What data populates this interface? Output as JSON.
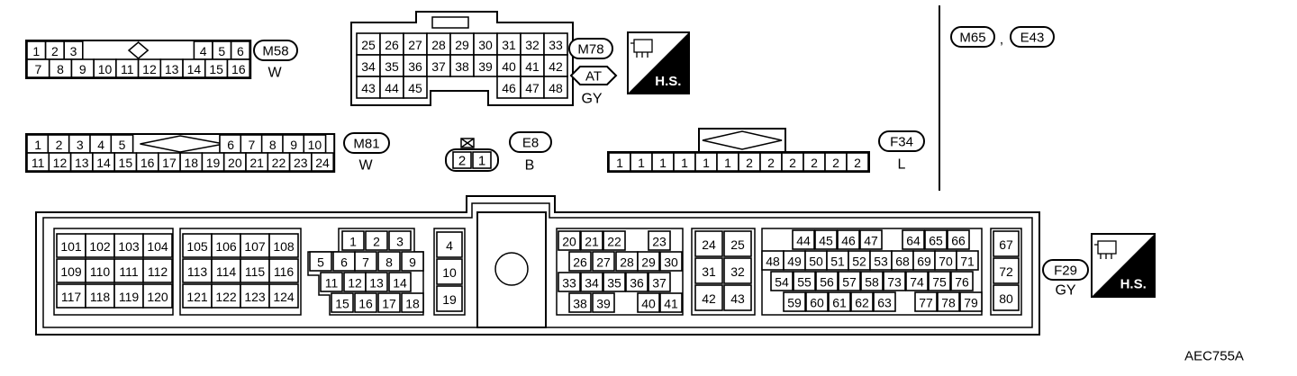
{
  "figure_code": "AEC755A",
  "icon": {
    "name": "harness-connector-hs-icon",
    "label": "H.S."
  },
  "connectors": {
    "m58": {
      "tag": "M58",
      "color": "W",
      "row1": [
        "1",
        "2",
        "3",
        "",
        "",
        "",
        "",
        "4",
        "5",
        "6"
      ],
      "row2": [
        "7",
        "8",
        "9",
        "10",
        "11",
        "12",
        "13",
        "14",
        "15",
        "16"
      ]
    },
    "m78": {
      "tag": "M78",
      "sub_tag": "AT",
      "color": "GY",
      "row1": [
        "25",
        "26",
        "27",
        "28",
        "29",
        "30",
        "31",
        "32",
        "33"
      ],
      "row2": [
        "34",
        "35",
        "36",
        "37",
        "38",
        "39",
        "40",
        "41",
        "42"
      ],
      "row3": [
        "43",
        "44",
        "45",
        "",
        "",
        "",
        "46",
        "47",
        "48"
      ]
    },
    "m81": {
      "tag": "M81",
      "color": "W",
      "row1": [
        "1",
        "2",
        "3",
        "4",
        "5",
        "6",
        "7",
        "8",
        "9",
        "10"
      ],
      "row2": [
        "11",
        "12",
        "13",
        "14",
        "15",
        "16",
        "17",
        "18",
        "19",
        "20",
        "21",
        "22",
        "23",
        "24"
      ]
    },
    "e8": {
      "tag": "E8",
      "color": "B",
      "pins": [
        "2",
        "1"
      ]
    },
    "f34": {
      "tag": "F34",
      "color": "L",
      "pins": [
        "1",
        "1",
        "1",
        "1",
        "1",
        "1",
        "2",
        "2",
        "2",
        "2",
        "2",
        "2"
      ]
    },
    "ecm": {
      "tags": [
        "M65",
        "E43"
      ],
      "separator": ",",
      "tag": "F29",
      "color": "GY",
      "block_a": [
        [
          "101",
          "102",
          "103",
          "104"
        ],
        [
          "109",
          "110",
          "111",
          "112"
        ],
        [
          "117",
          "118",
          "119",
          "120"
        ]
      ],
      "block_b": [
        [
          "105",
          "106",
          "107",
          "108"
        ],
        [
          "113",
          "114",
          "115",
          "116"
        ],
        [
          "121",
          "122",
          "123",
          "124"
        ]
      ],
      "block_c": [
        [
          "1",
          "2",
          "3"
        ],
        [
          "5",
          "6",
          "7",
          "8",
          "9"
        ],
        [
          "11",
          "12",
          "13",
          "14"
        ],
        [
          "15",
          "16",
          "17",
          "18"
        ]
      ],
      "block_d": [
        "4",
        "10",
        "19"
      ],
      "block_e": [
        [
          "20",
          "21",
          "22",
          "",
          "23"
        ],
        [
          "26",
          "27",
          "28",
          "29",
          "30"
        ],
        [
          "33",
          "34",
          "35",
          "36",
          "37"
        ],
        [
          "38",
          "39",
          "",
          "40",
          "41"
        ]
      ],
      "block_f": [
        [
          "24",
          "25"
        ],
        [
          "31",
          "32"
        ],
        [
          "42",
          "43"
        ]
      ],
      "block_g": [
        [
          "44",
          "45",
          "46",
          "47",
          "",
          "",
          "64",
          "65",
          "66"
        ],
        [
          "48",
          "49",
          "50",
          "51",
          "52",
          "53",
          "68",
          "69",
          "70",
          "71"
        ],
        [
          "54",
          "55",
          "56",
          "57",
          "58",
          "73",
          "74",
          "75",
          "76"
        ],
        [
          "59",
          "60",
          "61",
          "62",
          "63",
          "",
          "77",
          "78",
          "79"
        ]
      ],
      "block_h": [
        "67",
        "72",
        "80"
      ]
    }
  }
}
